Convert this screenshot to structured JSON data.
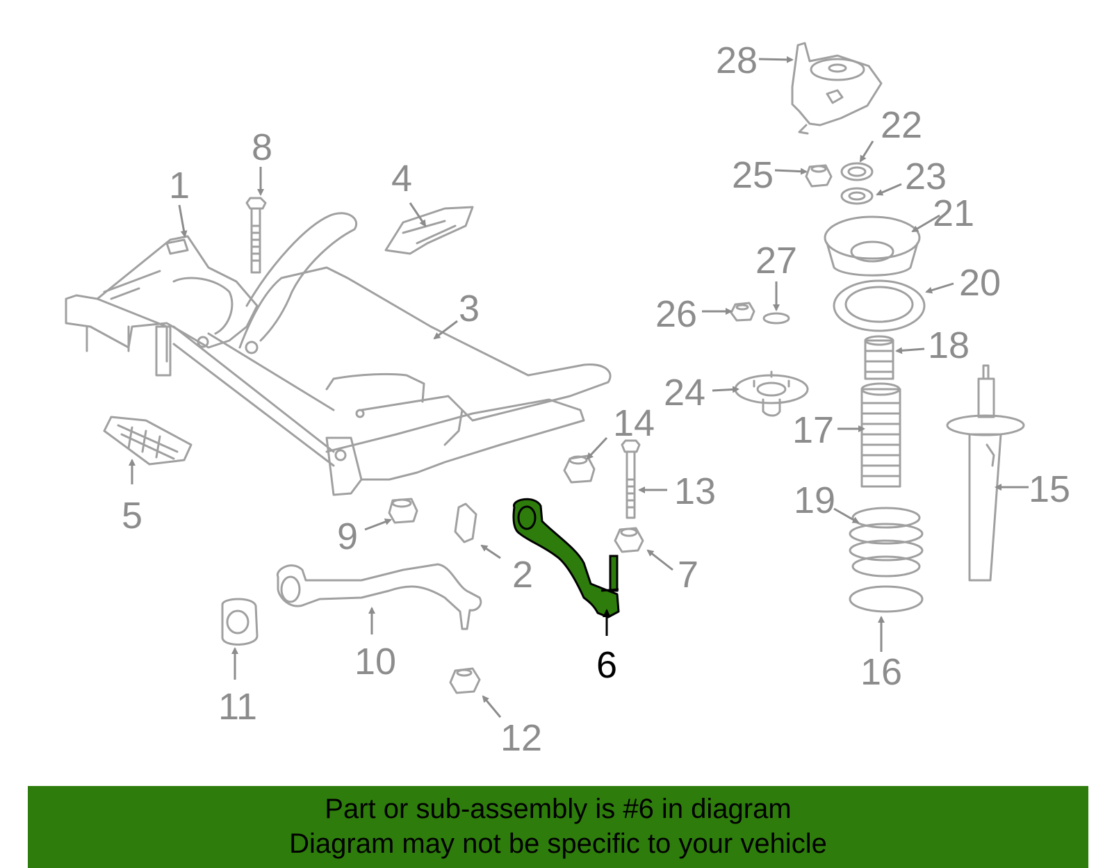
{
  "diagram": {
    "highlighted_part": "6",
    "colors": {
      "line_gray": "#a0a0a0",
      "label_gray": "#8c8c8c",
      "highlight_part": "#2e7d0c",
      "banner_bg": "#2e7d0c"
    },
    "labels": [
      "1",
      "2",
      "3",
      "4",
      "5",
      "6",
      "7",
      "8",
      "9",
      "10",
      "11",
      "12",
      "13",
      "14",
      "15",
      "16",
      "17",
      "18",
      "19",
      "20",
      "21",
      "22",
      "23",
      "24",
      "25",
      "26",
      "27",
      "28"
    ]
  },
  "banner": {
    "line1": "Part or sub-assembly is #6 in diagram",
    "line2": "Diagram may not be specific to your vehicle"
  }
}
